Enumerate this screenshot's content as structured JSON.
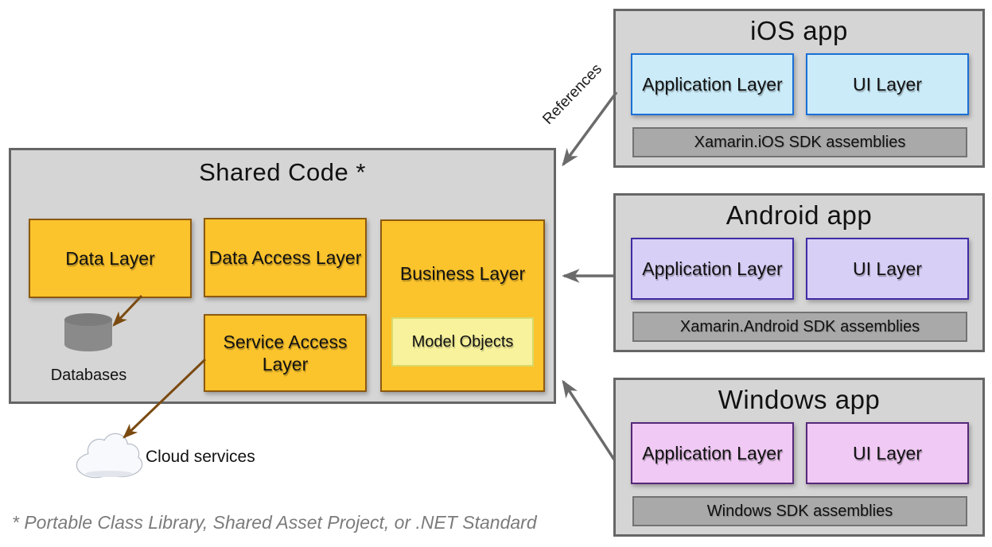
{
  "references_label": "References",
  "footnote": "* Portable Class Library, Shared Asset Project, or .NET Standard",
  "shared": {
    "title": "Shared Code *",
    "data_layer": "Data Layer",
    "data_access_layer": "Data Access Layer",
    "service_access_layer": "Service Access Layer",
    "business_layer": "Business Layer",
    "model_objects": "Model Objects",
    "databases_label": "Databases",
    "cloud_label": "Cloud services"
  },
  "platforms": [
    {
      "title": "iOS app",
      "application_layer": "Application Layer",
      "ui_layer": "UI Layer",
      "sdk_bar": "Xamarin.iOS SDK assemblies",
      "box_fill": "#CBEBF8",
      "box_border": "#1B6FD6"
    },
    {
      "title": "Android app",
      "application_layer": "Application Layer",
      "ui_layer": "UI Layer",
      "sdk_bar": "Xamarin.Android SDK assemblies",
      "box_fill": "#D7CFF6",
      "box_border": "#402BA5"
    },
    {
      "title": "Windows app",
      "application_layer": "Application Layer",
      "ui_layer": "UI Layer",
      "sdk_bar": "Windows SDK assemblies",
      "box_fill": "#F0C9F4",
      "box_border": "#552878"
    }
  ],
  "colors": {
    "panel_bg": "#D5D5D5",
    "panel_border": "#666666",
    "orange_fill": "#FBC32C",
    "orange_border": "#8C5A10",
    "model_fill": "#F7F29B",
    "model_border": "#D9D96A",
    "sdk_fill": "#A9A9A9",
    "sdk_border": "#737373",
    "arrow_gray": "#6B6B6B",
    "arrow_brown": "#7B4A10",
    "db_icon": "#8A8A8A"
  }
}
